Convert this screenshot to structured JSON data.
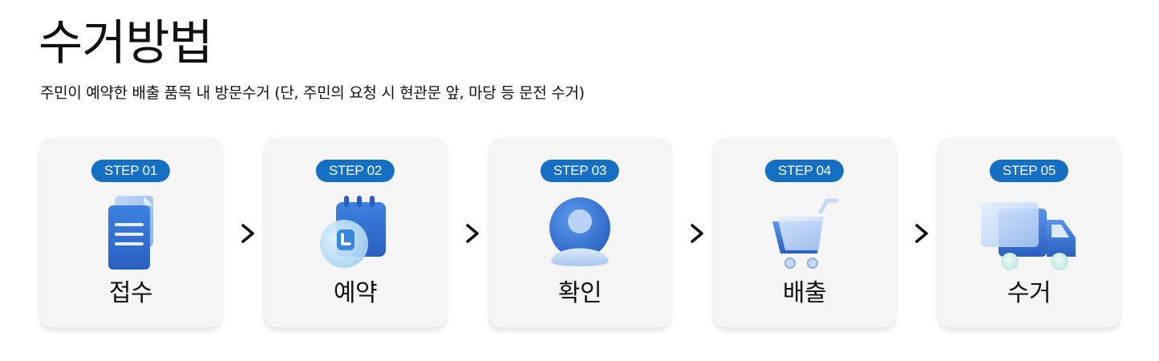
{
  "header": {
    "title": "수거방법",
    "description": "주민이 예약한 배출 품목 내 방문수거 (단, 주민의 요청 시 현관문 앞, 마당 등 문전 수거)"
  },
  "steps": [
    {
      "badge": "STEP 01",
      "label": "접수",
      "icon": "document-icon"
    },
    {
      "badge": "STEP 02",
      "label": "예약",
      "icon": "calendar-clock-icon"
    },
    {
      "badge": "STEP 03",
      "label": "확인",
      "icon": "user-icon"
    },
    {
      "badge": "STEP 04",
      "label": "배출",
      "icon": "cart-icon"
    },
    {
      "badge": "STEP 05",
      "label": "수거",
      "icon": "truck-icon"
    }
  ],
  "colors": {
    "badge": "#1570c4",
    "card": "#f5f5f5",
    "icon_dark": "#2f6fd4",
    "icon_light": "#8fb6ee"
  }
}
